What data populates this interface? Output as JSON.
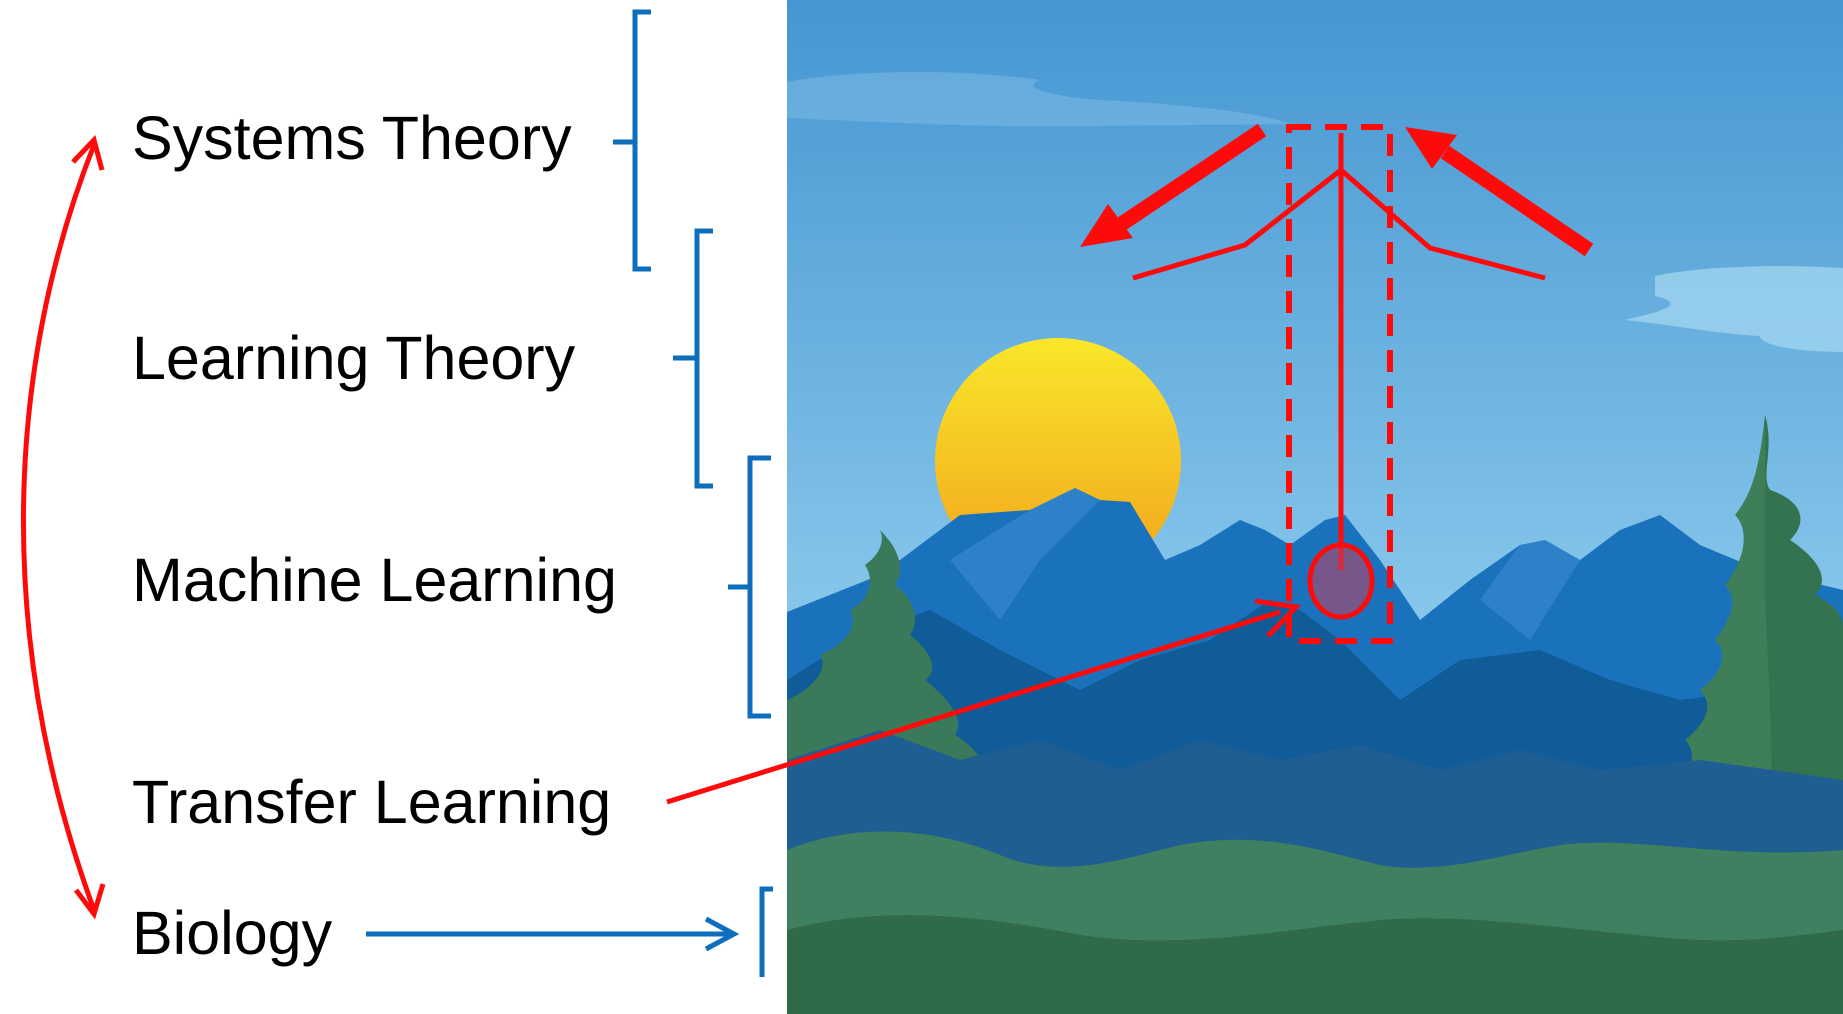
{
  "labels": {
    "systems_theory": "Systems Theory",
    "learning_theory": "Learning Theory",
    "machine_learning": "Machine Learning",
    "transfer_learning": "Transfer Learning",
    "biology": "Biology"
  },
  "colors": {
    "bracket": "#0E6EBE",
    "annotation": "#FF0A0A",
    "sky_top": "#4A9ED6",
    "sky_bottom": "#A9DCF2",
    "sun": "#F7C21B",
    "mountain": "#1A6FB8",
    "tree": "#3D7C58"
  }
}
